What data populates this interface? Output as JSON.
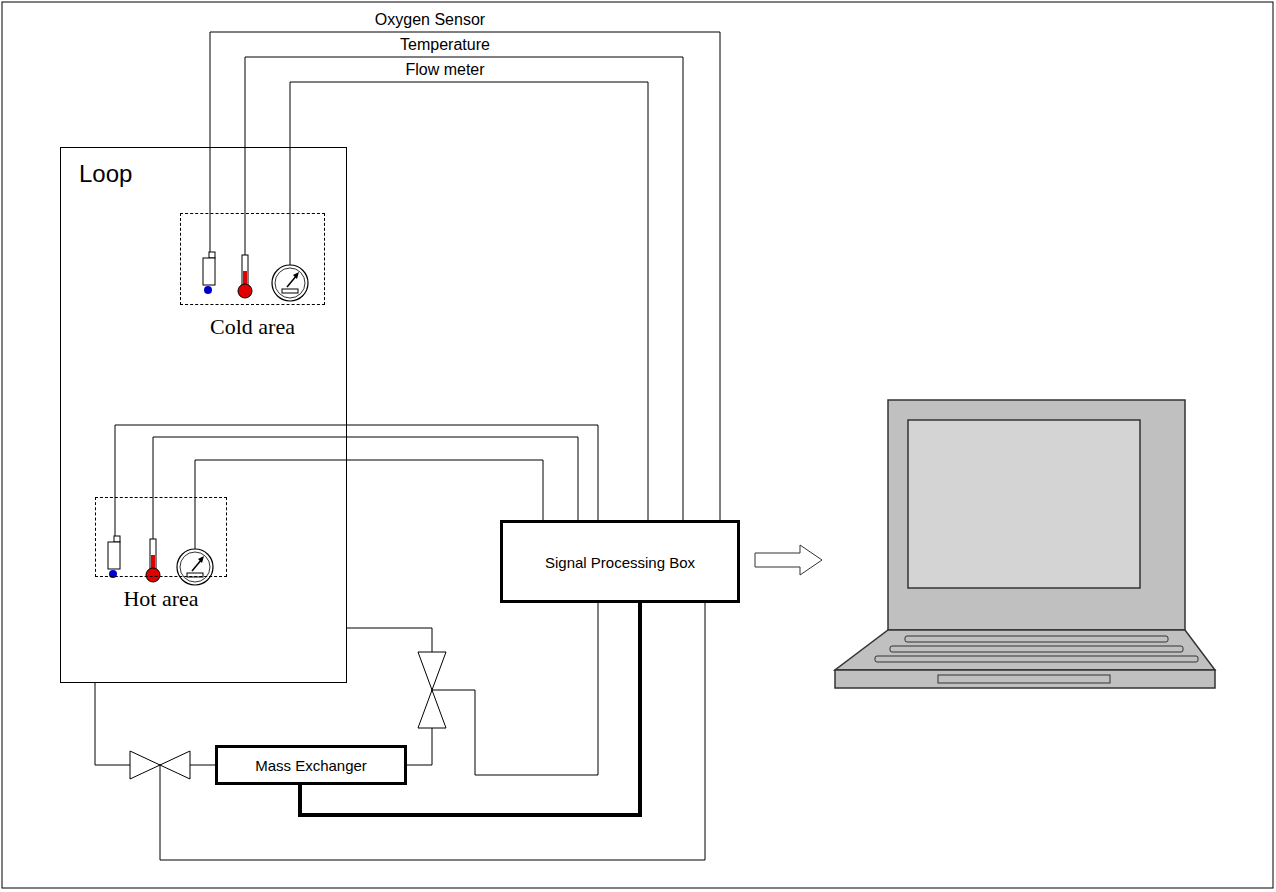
{
  "diagram": {
    "nodes": [
      {
        "text": [
          "Loop"
        ]
      },
      {
        "text": [
          "Cold area"
        ],
        "in": 0
      },
      {
        "text": [
          "Hot area"
        ],
        "in": 0
      },
      {
        "text": [
          "Signal Processing Box"
        ]
      },
      {
        "text": [
          "Mass Exchanger"
        ]
      }
    ],
    "edges": [
      {
        "from": 1,
        "to": 3,
        "label": "Oxygen Sensor",
        "arrow": "none"
      },
      {
        "from": 1,
        "to": 3,
        "label": "Temperature",
        "arrow": "none"
      },
      {
        "from": 1,
        "to": 3,
        "label": "Flow meter",
        "arrow": "none"
      },
      {
        "from": 2,
        "to": 3,
        "arrow": "none"
      },
      {
        "from": 2,
        "to": 3,
        "arrow": "none"
      },
      {
        "from": 2,
        "to": 3,
        "arrow": "none"
      },
      {
        "from": 0,
        "to": 4,
        "arrow": "none"
      },
      {
        "from": 0,
        "to": 4,
        "arrow": "none"
      },
      {
        "from": 4,
        "to": 3,
        "arrow": "none"
      }
    ]
  }
}
